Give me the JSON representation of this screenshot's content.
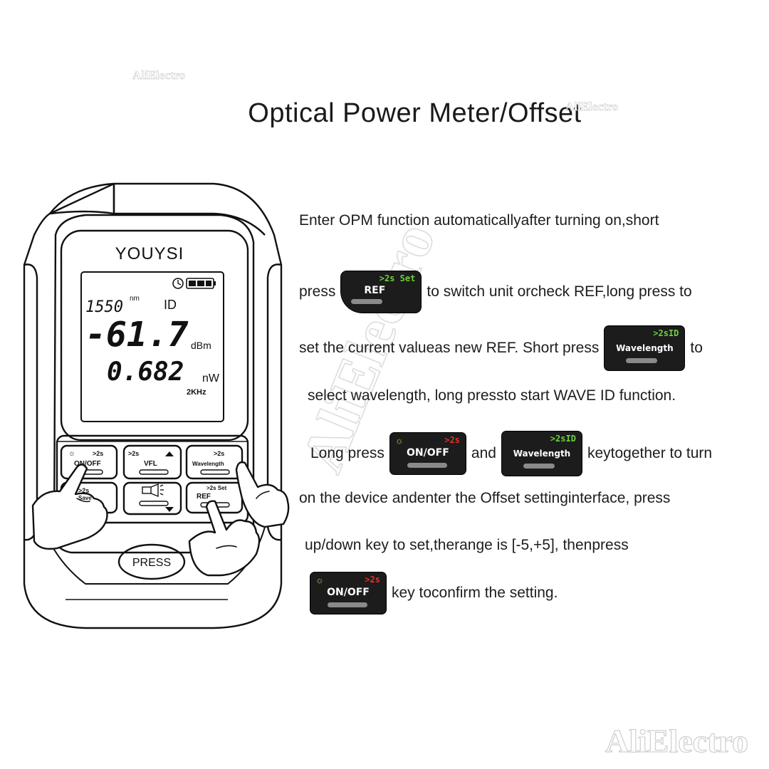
{
  "title": "Optical Power Meter/Offset",
  "watermarks": {
    "top_left": "AliElectro",
    "top_right": "AliElectro",
    "diagonal": "AliElectro",
    "bottom_right": "AliElectro"
  },
  "device": {
    "brand": "YOUYSI",
    "screen": {
      "wavelength": "1550",
      "wavelength_unit": "nm",
      "mode": "ID",
      "power": "-61.7",
      "power_unit": "dBm",
      "linear": "0.682",
      "linear_unit": "nW",
      "frequency": "2KHz"
    },
    "buttons": {
      "onoff": {
        "hint": ">2s",
        "label": "ON/OFF"
      },
      "vfl": {
        "hint": ">2s",
        "label": "VFL"
      },
      "wavelength": {
        "hint": ">2s",
        "label": "Wavelength"
      },
      "save": {
        "hint": ">2s",
        "label": "Save"
      },
      "ref": {
        "hint": ">2s Set",
        "label": "REF"
      }
    },
    "press_button": "PRESS"
  },
  "keys": {
    "ref": {
      "tag": ">2s Set",
      "label": "REF"
    },
    "wavelength": {
      "tag": ">2sID",
      "label": "Wavelength"
    },
    "onoff": {
      "tag": ">2s",
      "label": "ON/OFF"
    }
  },
  "text": {
    "l1": "Enter OPM function automaticallyafter turning on,short",
    "l2a": "press",
    "l2b": "to switch unit orcheck REF,long press to",
    "l3a": "set the current valueas new REF. Short press",
    "l3b": "to",
    "l4": "select wavelength, long pressto start WAVE ID function.",
    "l5a": "Long press",
    "l5b": "and",
    "l5c": "keytogether to turn",
    "l6": "on the device andenter the Offset settinginterface, press",
    "l7": "up/down key to set,therange is [-5,+5], thenpress",
    "l8": "key toconfirm the setting."
  },
  "colors": {
    "key_bg": "#1c1c1c",
    "tag_green": "#6fd03a",
    "tag_red": "#e0322c"
  }
}
